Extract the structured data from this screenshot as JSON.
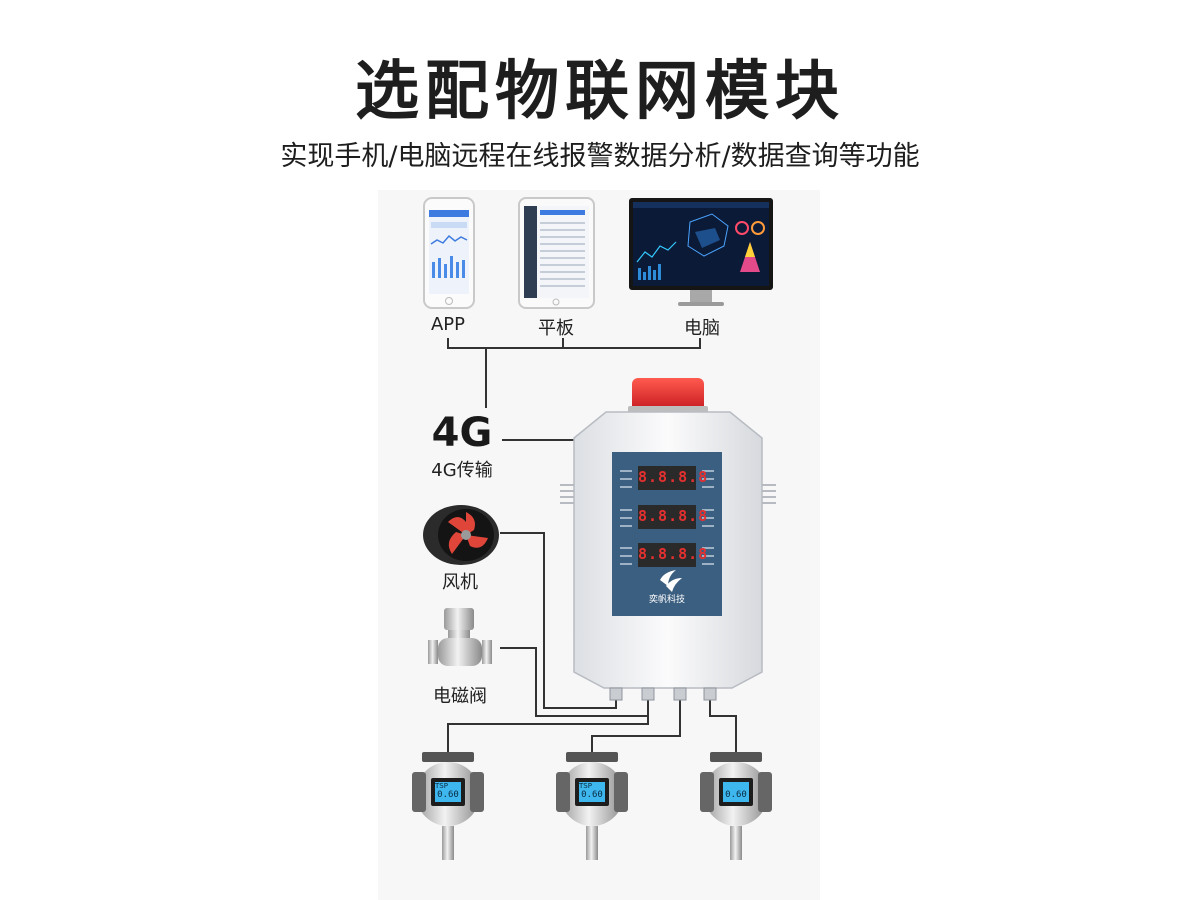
{
  "header": {
    "title": "选配物联网模块",
    "subtitle": "实现手机/电脑远程在线报警数据分析/数据查询等功能"
  },
  "clients": {
    "app_label": "APP",
    "tablet_label": "平板",
    "pc_label": "电脑"
  },
  "network": {
    "big_label": "4G",
    "caption": "4G传输"
  },
  "peripherals": {
    "fan_label": "风机",
    "valve_label": "电磁阀"
  },
  "controller": {
    "brand": "奕帆科技",
    "readouts": [
      "8.8.8.8",
      "8.8.8.8",
      "8.8.8.8"
    ]
  },
  "sensors": {
    "tag": "TSP",
    "reading": "0.60",
    "count_label": ""
  },
  "colors": {
    "line": "#333333",
    "panel_blue": "#3b5f80",
    "alarm_red": "#e8262a",
    "led_red": "#e53030"
  }
}
